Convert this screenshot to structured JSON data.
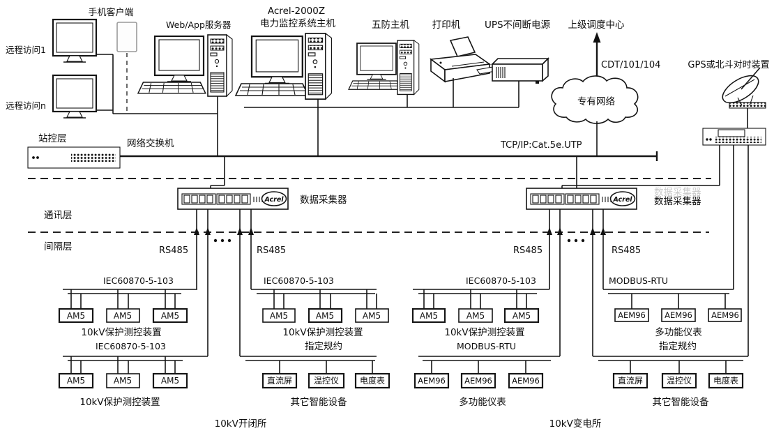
{
  "top": {
    "remote1": "远程访问1",
    "remoteN": "远程访问n",
    "phone": "手机客户端",
    "webapp_server": "Web/App服务器",
    "host_line1": "Acrel-2000Z",
    "host_line2": "电力监控系统主机",
    "five_proof": "五防主机",
    "printer": "打印机",
    "ups": "UPS不间断电源",
    "dispatch_center": "上级调度中心",
    "cdt": "CDT/101/104",
    "cloud": "专有网络",
    "gps": "GPS或北斗对时装置"
  },
  "network": {
    "station_layer": "站控层",
    "switch": "网络交换机",
    "tcpip": "TCP/IP:Cat.5e.UTP",
    "comm_layer": "通讯层",
    "bay_layer": "间隔层",
    "collector": "数据采集器",
    "rs485": "RS485",
    "brand": "Acrel"
  },
  "groups": [
    {
      "bus1": "IEC60870-5-103",
      "row1": [
        "AM5",
        "AM5",
        "AM5"
      ],
      "row1_label": "10kV保护测控装置",
      "bus2": "IEC60870-5-103",
      "row2": [
        "AM5",
        "AM5",
        "AM5"
      ],
      "row2_label": "10kV保护测控装置"
    },
    {
      "bus1": "IEC60870-5-103",
      "row1": [
        "AM5",
        "AM5",
        "AM5"
      ],
      "row1_label": "10kV保护测控装置",
      "bus2": "指定规约",
      "row2": [
        "直流屏",
        "温控仪",
        "电度表"
      ],
      "row2_label": "其它智能设备"
    },
    {
      "bus1": "IEC60870-5-103",
      "row1": [
        "AM5",
        "AM5",
        "AM5"
      ],
      "row1_label": "10kV保护测控装置",
      "bus2": "MODBUS-RTU",
      "row2": [
        "AEM96",
        "AEM96",
        "AEM96"
      ],
      "row2_label": "多功能仪表"
    },
    {
      "bus1": "MODBUS-RTU",
      "row1": [
        "AEM96",
        "AEM96",
        "AEM96"
      ],
      "row1_label": "多功能仪表",
      "bus2": "指定规约",
      "row2": [
        "直流屏",
        "温控仪",
        "电度表"
      ],
      "row2_label": "其它智能设备"
    }
  ],
  "sites": [
    "10kV开闭所",
    "10kV变电所"
  ],
  "colors": {
    "line": "#151515",
    "background": "#ffffff"
  }
}
